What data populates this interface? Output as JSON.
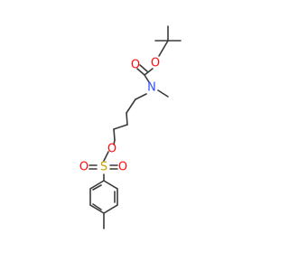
{
  "molecule": {
    "atoms": {
      "carbonyl_oxygen": "O",
      "ester_oxygen": "O",
      "nitrogen": "N",
      "ether_oxygen": "O",
      "sulfur": "S",
      "sulfonyl_oxygen_left": "O",
      "sulfonyl_oxygen_right": "O"
    },
    "colors": {
      "bond": "#3a3a3a",
      "oxygen": "#ff0d0d",
      "nitrogen": "#3050f8",
      "sulfur": "#c8a000"
    }
  }
}
